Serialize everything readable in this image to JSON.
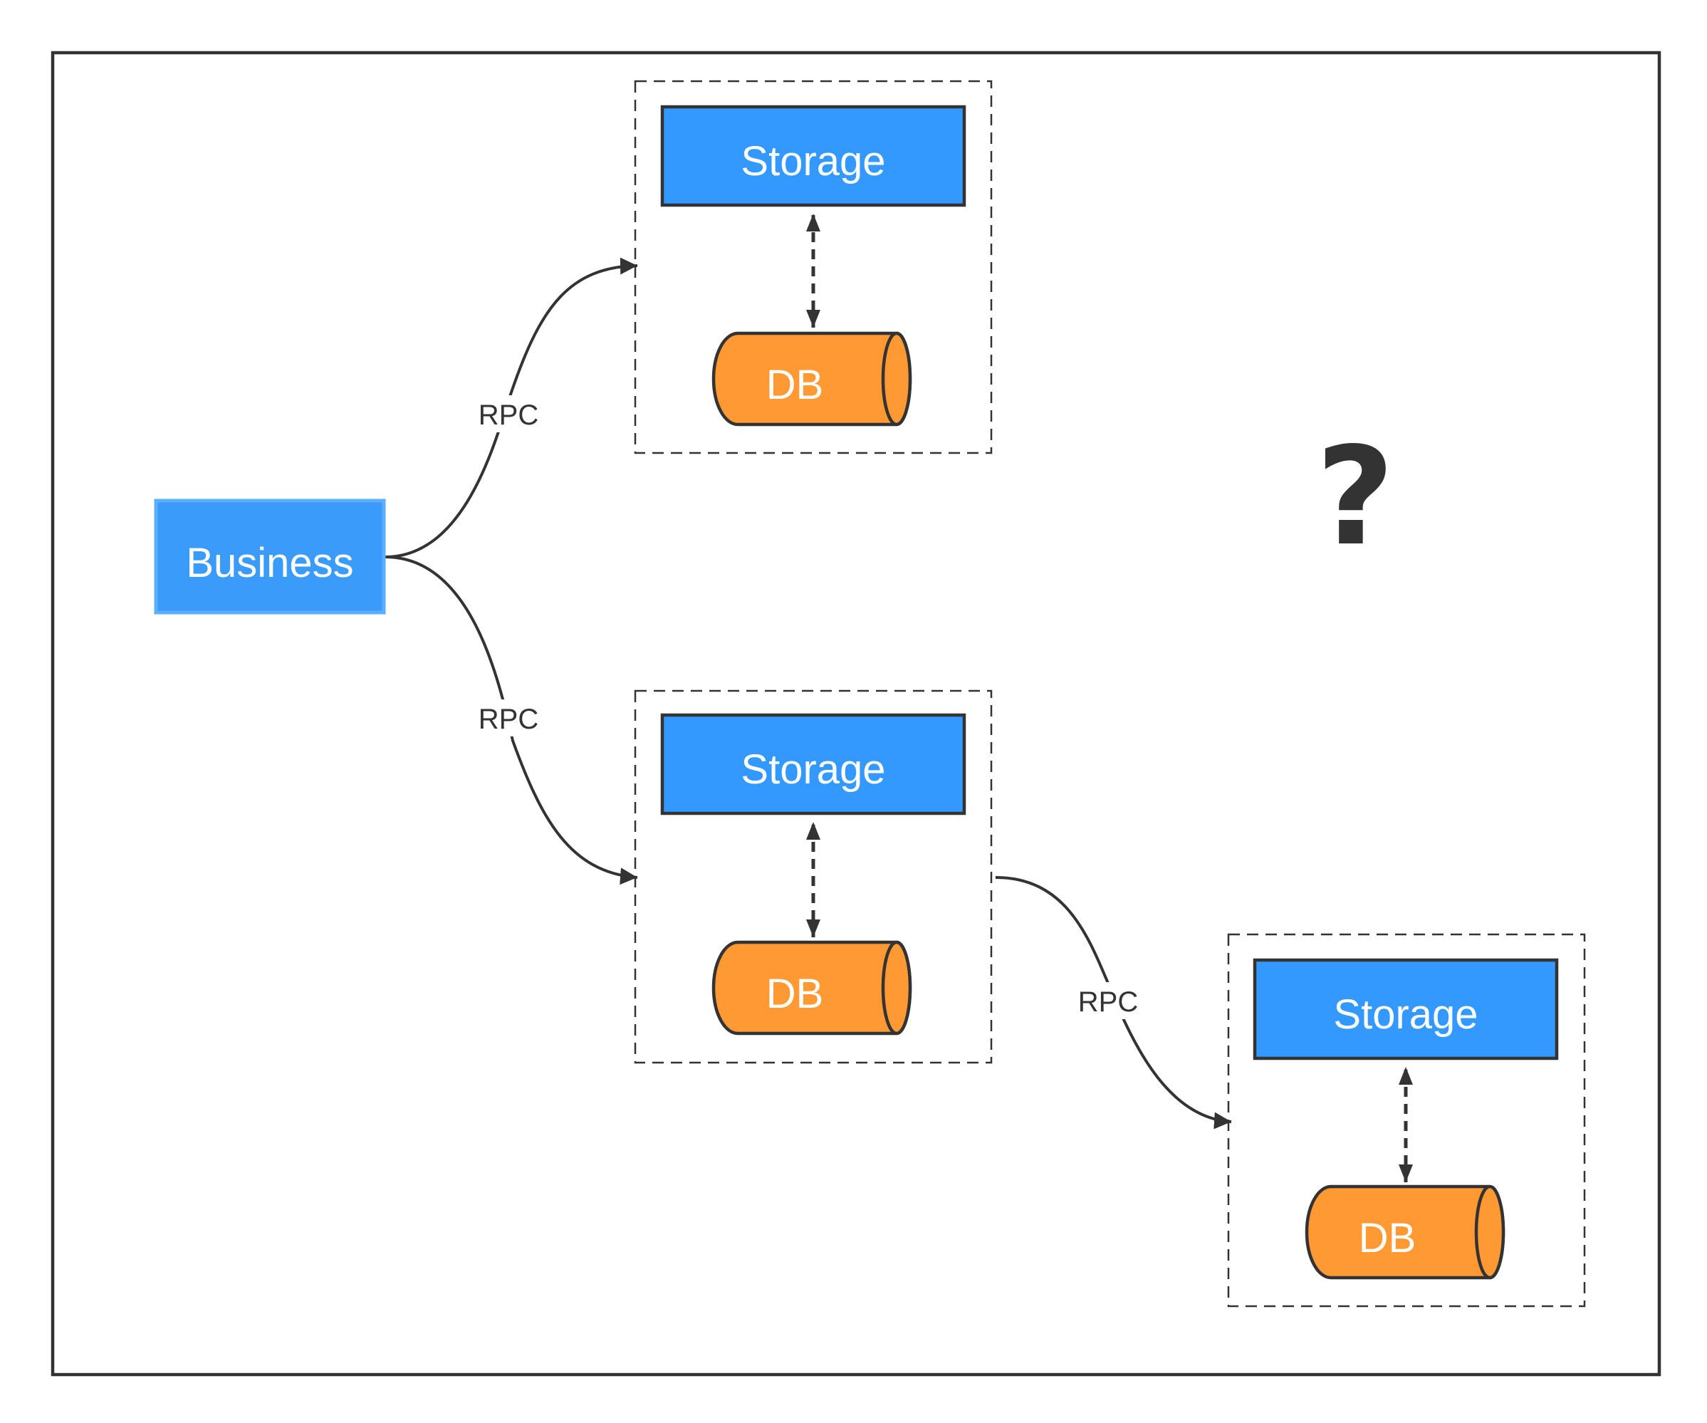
{
  "colors": {
    "business_fill": "#3a9bfa",
    "business_stroke": "#5caeff",
    "storage_fill": "#3399ff",
    "db_fill": "#ff9933",
    "stroke": "#333333"
  },
  "business": {
    "label": "Business"
  },
  "groups": [
    {
      "storage_label": "Storage",
      "db_label": "DB"
    },
    {
      "storage_label": "Storage",
      "db_label": "DB"
    },
    {
      "storage_label": "Storage",
      "db_label": "DB"
    }
  ],
  "edges": [
    {
      "from": "business",
      "to": "group-1",
      "label": "RPC"
    },
    {
      "from": "business",
      "to": "group-2",
      "label": "RPC"
    },
    {
      "from": "group-2",
      "to": "group-3",
      "label": "RPC"
    }
  ],
  "annotation": {
    "text": "?"
  }
}
